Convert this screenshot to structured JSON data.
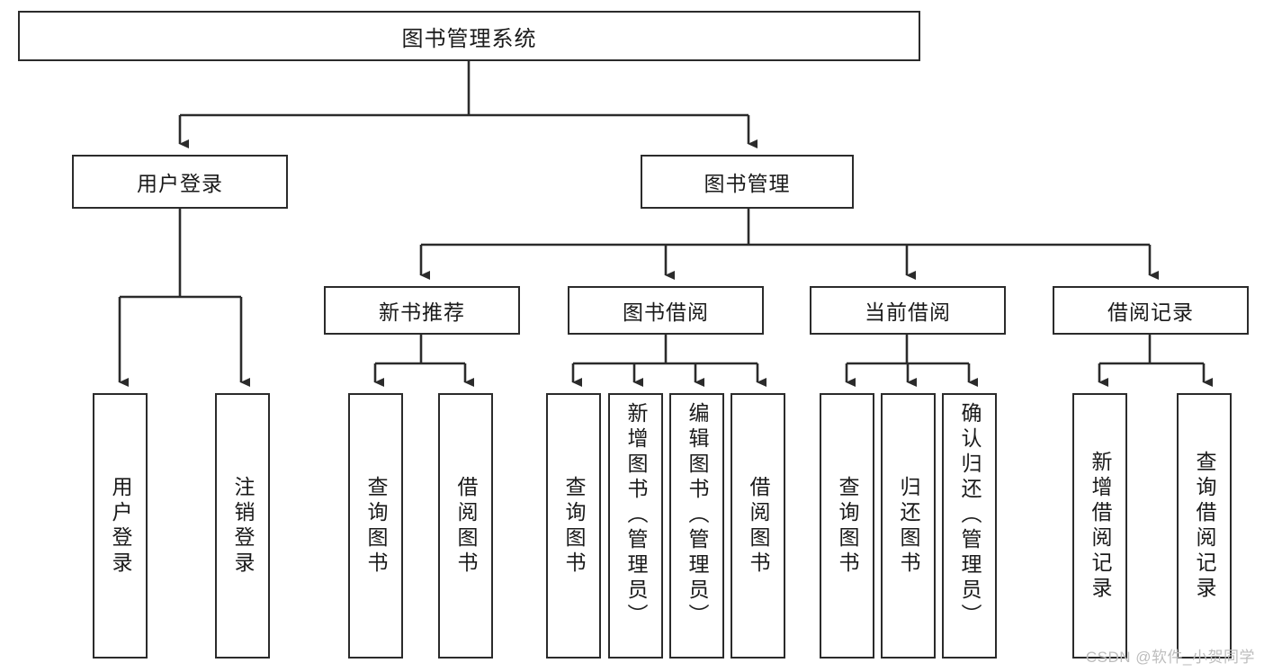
{
  "diagram": {
    "title": "图书管理系统",
    "root": {
      "label": "图书管理系统"
    },
    "level2": [
      {
        "label": "用户登录"
      },
      {
        "label": "图书管理"
      }
    ],
    "level3": [
      {
        "label": "新书推荐"
      },
      {
        "label": "图书借阅"
      },
      {
        "label": "当前借阅"
      },
      {
        "label": "借阅记录"
      }
    ],
    "leaves": [
      {
        "label": "用户登录",
        "parent": "用户登录"
      },
      {
        "label": "注销登录",
        "parent": "用户登录"
      },
      {
        "label": "查询图书",
        "parent": "新书推荐"
      },
      {
        "label": "借阅图书",
        "parent": "新书推荐"
      },
      {
        "label": "查询图书",
        "parent": "图书借阅"
      },
      {
        "label": "新增图书（管理员）",
        "parent": "图书借阅"
      },
      {
        "label": "编辑图书（管理员）",
        "parent": "图书借阅"
      },
      {
        "label": "借阅图书",
        "parent": "图书借阅"
      },
      {
        "label": "查询图书",
        "parent": "当前借阅"
      },
      {
        "label": "归还图书",
        "parent": "当前借阅"
      },
      {
        "label": "确认归还（管理员）",
        "parent": "当前借阅"
      },
      {
        "label": "新增借阅记录",
        "parent": "借阅记录"
      },
      {
        "label": "查询借阅记录",
        "parent": "借阅记录"
      }
    ]
  },
  "watermark": {
    "text": "CSDN @软件_小贺同学"
  },
  "colors": {
    "stroke": "#2b2b2b",
    "fill": "#ffffff",
    "text": "#1a1a1a",
    "watermark": "#bdbdbd"
  }
}
